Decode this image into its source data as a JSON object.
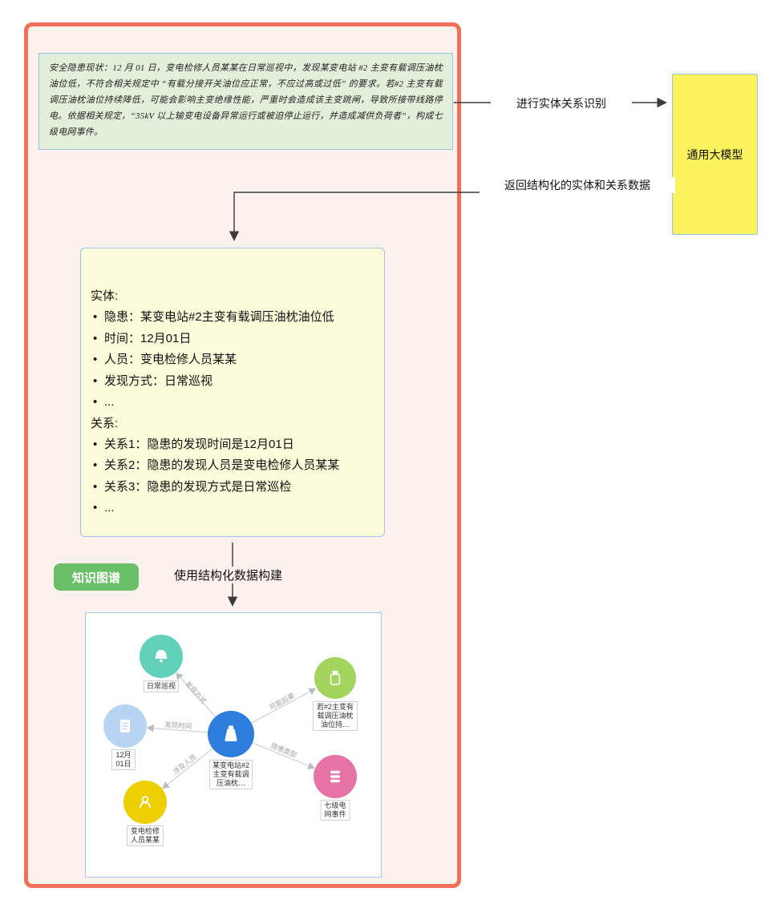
{
  "colors": {
    "frame_border": "#ee7158",
    "frame_bg": "#fdf1ee",
    "source_bg": "#e3efda",
    "box_border": "#9dc3e6",
    "model_bg": "#fbf35e",
    "extract_bg": "#fdfcda",
    "badge_bg": "#6abf69",
    "connector": "#3a3a3a"
  },
  "source_box": {
    "text": "安全隐患现状：12 月 01 日，变电检修人员某某在日常巡视中，发现某变电站 #2 主变有载调压油枕油位低，不符合相关规定中 “有载分接开关油位应正常，不应过高或过低” 的要求。若#2 主变有载调压油枕油位持续降低，可能会影响主变绝缘性能，严重时会造成该主变跳闸，导致所接带线路停电。依据相关规定，“35kV 以上输变电设备异常运行或被迫停止运行，并造成减供负荷者”，构成七级电网事件。"
  },
  "flow": {
    "identify_label": "进行实体关系识别",
    "return_label": "返回结构化的实体和关系数据",
    "build_label": "使用结构化数据构建"
  },
  "model_box": {
    "label": "通用大模型"
  },
  "extraction": {
    "entities_title": "实体:",
    "entities": [
      "隐患：某变电站#2主变有载调压油枕油位低",
      "时间：12月01日",
      "人员：变电检修人员某某",
      "发现方式：日常巡视",
      "..."
    ],
    "relations_title": "关系:",
    "relations": [
      "关系1：隐患的发现时间是12月01日",
      "关系2：隐患的发现人员是变电检修人员某某",
      "关系3：隐患的发现方式是日常巡检",
      "..."
    ]
  },
  "kg": {
    "badge": "知识图谱"
  },
  "graph": {
    "nodes": [
      {
        "id": "daily",
        "label": "日常巡视",
        "color": "#63d1b9",
        "icon": "bell-icon"
      },
      {
        "id": "consequence",
        "label": "若#2主变有载调压油枕油位持…",
        "color": "#a2d45e",
        "icon": "jar-icon"
      },
      {
        "id": "date",
        "label": "12月01日",
        "color": "#b7d4f2",
        "icon": "document-icon"
      },
      {
        "id": "hazard",
        "label": "某变电站#2主变有载调压油枕…",
        "color": "#2e7ede",
        "icon": "weight-icon"
      },
      {
        "id": "event",
        "label": "七级电网事件",
        "color": "#e574a4",
        "icon": "layers-icon"
      },
      {
        "id": "person",
        "label": "变电检修人员某某",
        "color": "#eccf00",
        "icon": "person-icon"
      }
    ],
    "edges": [
      {
        "from": "hazard",
        "to": "daily",
        "label": "发现方式"
      },
      {
        "from": "hazard",
        "to": "date",
        "label": "发现时间"
      },
      {
        "from": "hazard",
        "to": "person",
        "label": "涉及人员"
      },
      {
        "from": "hazard",
        "to": "consequence",
        "label": "可能后果"
      },
      {
        "from": "hazard",
        "to": "event",
        "label": "隐患类型"
      }
    ]
  }
}
